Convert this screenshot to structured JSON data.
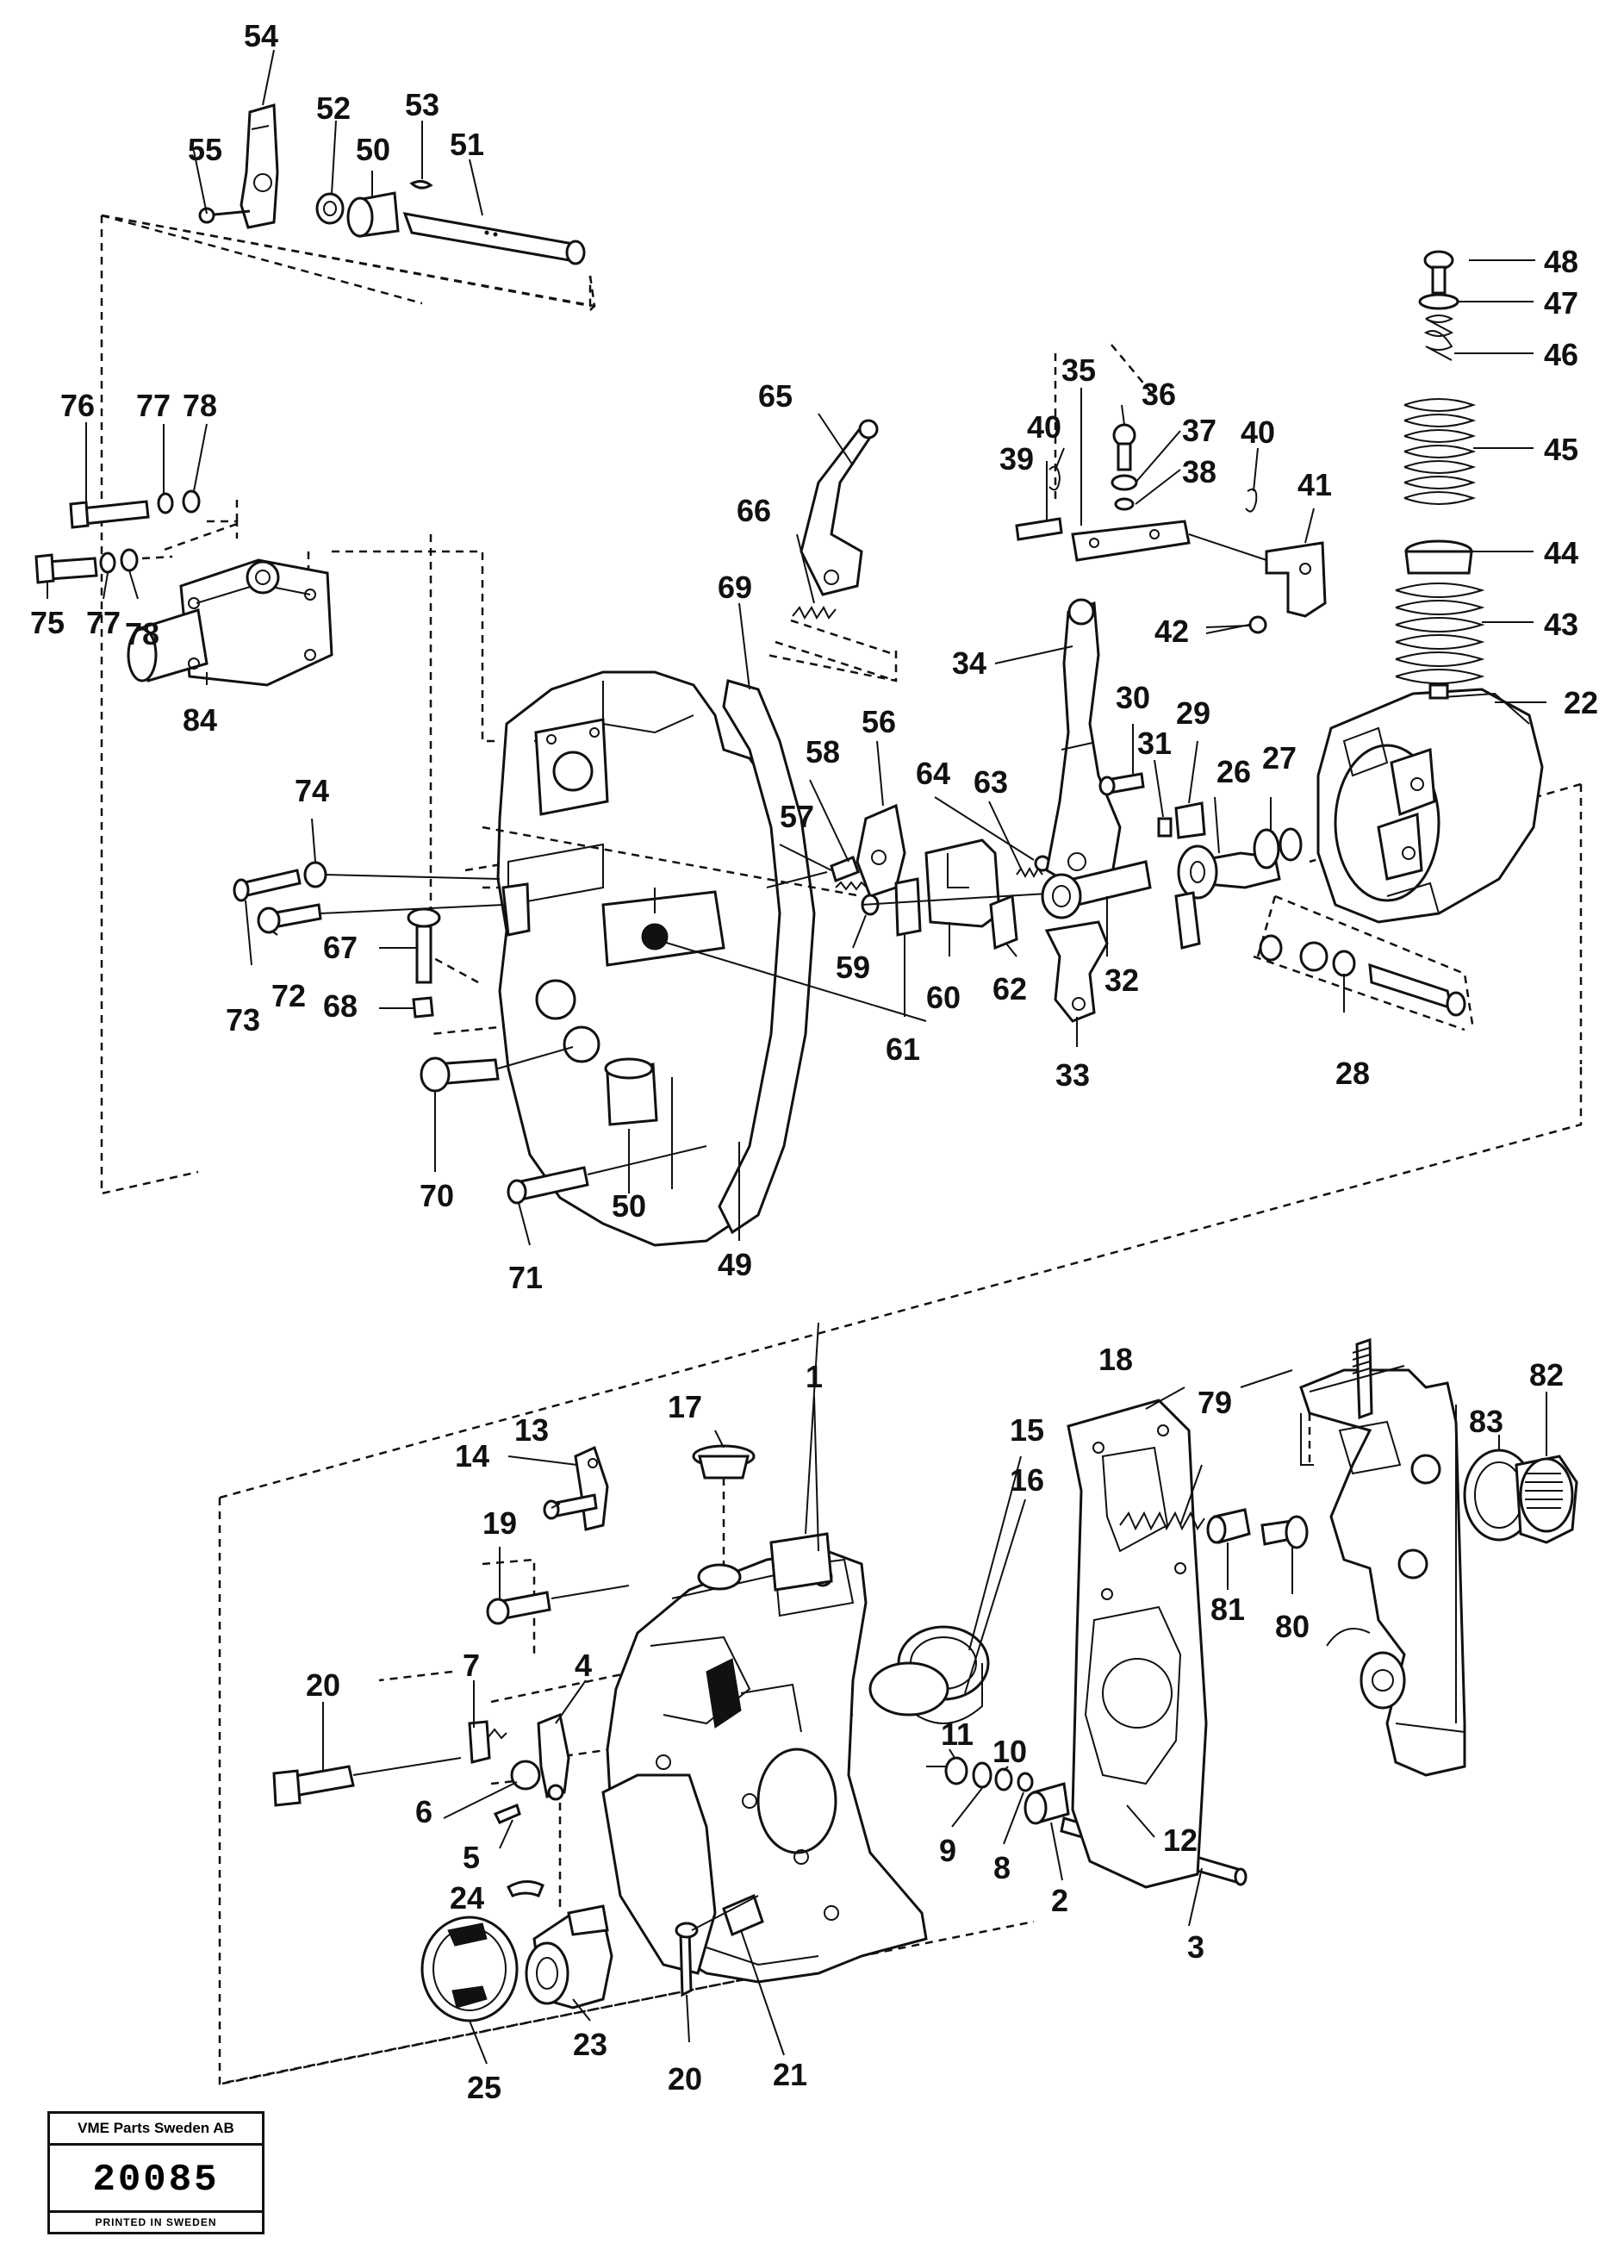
{
  "title_block": {
    "company": "VME Parts Sweden AB",
    "drawing_number": "20085",
    "printed": "PRINTED IN SWEDEN"
  },
  "part_numbers": {
    "p1": "1",
    "p2": "2",
    "p3": "3",
    "p4": "4",
    "p5": "5",
    "p6": "6",
    "p7": "7",
    "p8": "8",
    "p9": "9",
    "p10": "10",
    "p11": "11",
    "p12": "12",
    "p13": "13",
    "p14": "14",
    "p15": "15",
    "p16": "16",
    "p17": "17",
    "p18": "18",
    "p19": "19",
    "p20a": "20",
    "p20b": "20",
    "p21": "21",
    "p22": "22",
    "p23": "23",
    "p24": "24",
    "p25": "25",
    "p26": "26",
    "p27": "27",
    "p28": "28",
    "p29": "29",
    "p30": "30",
    "p31": "31",
    "p32": "32",
    "p33": "33",
    "p34": "34",
    "p35": "35",
    "p36": "36",
    "p37": "37",
    "p38": "38",
    "p39": "39",
    "p40a": "40",
    "p40b": "40",
    "p41": "41",
    "p42": "42",
    "p43": "43",
    "p44": "44",
    "p45": "45",
    "p46": "46",
    "p47": "47",
    "p48": "48",
    "p49": "49",
    "p50a": "50",
    "p50b": "50",
    "p51": "51",
    "p52": "52",
    "p53": "53",
    "p54": "54",
    "p55": "55",
    "p56": "56",
    "p57": "57",
    "p58": "58",
    "p59": "59",
    "p60": "60",
    "p61": "61",
    "p62": "62",
    "p63": "63",
    "p64": "64",
    "p65": "65",
    "p66": "66",
    "p67": "67",
    "p68": "68",
    "p69": "69",
    "p70": "70",
    "p71": "71",
    "p72": "72",
    "p73": "73",
    "p74": "74",
    "p75": "75",
    "p76": "76",
    "p77a": "77",
    "p77b": "77",
    "p78a": "78",
    "p78b": "78",
    "p79": "79",
    "p80": "80",
    "p81": "81",
    "p82": "82",
    "p83": "83",
    "p84": "84"
  }
}
